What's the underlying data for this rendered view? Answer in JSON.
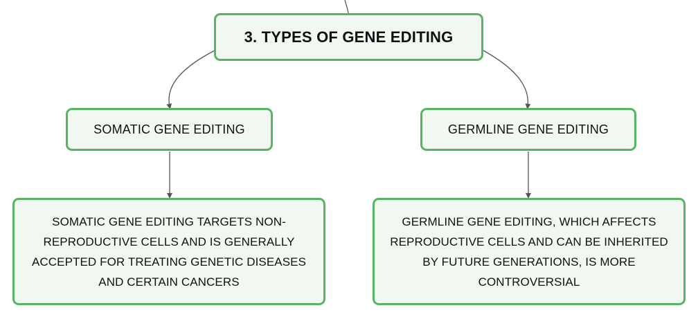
{
  "diagram": {
    "root": {
      "label": "3. TYPES OF GENE EDITING"
    },
    "branches": [
      {
        "title": "SOMATIC GENE EDITING",
        "description": "SOMATIC GENE EDITING TARGETS NON-REPRODUCTIVE CELLS AND IS GENERALLY ACCEPTED FOR TREATING GENETIC DISEASES AND CERTAIN CANCERS"
      },
      {
        "title": "GERMLINE GENE EDITING",
        "description": "GERMLINE GENE EDITING, WHICH AFFECTS REPRODUCTIVE CELLS AND CAN BE INHERITED BY FUTURE GENERATIONS, IS MORE CONTROVERSIAL"
      }
    ]
  },
  "colors": {
    "node_border": "#57b463",
    "node_fill": "#f1f8f1",
    "connector": "#555555",
    "text": "#111111"
  }
}
